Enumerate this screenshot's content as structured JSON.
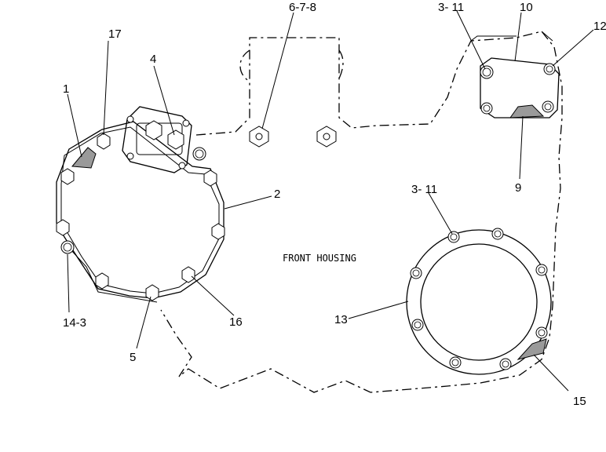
{
  "diagram": {
    "main_label": "FRONT HOUSING",
    "callouts": {
      "c1": "1",
      "c2": "2",
      "c3_11_top": "3- 11",
      "c3_11_mid": "3- 11",
      "c4": "4",
      "c5": "5",
      "c6_7_8": "6-7-8",
      "c9": "9",
      "c10": "10",
      "c12": "12",
      "c13": "13",
      "c14_3": "14-3",
      "c15": "15",
      "c16": "16",
      "c17": "17"
    }
  }
}
